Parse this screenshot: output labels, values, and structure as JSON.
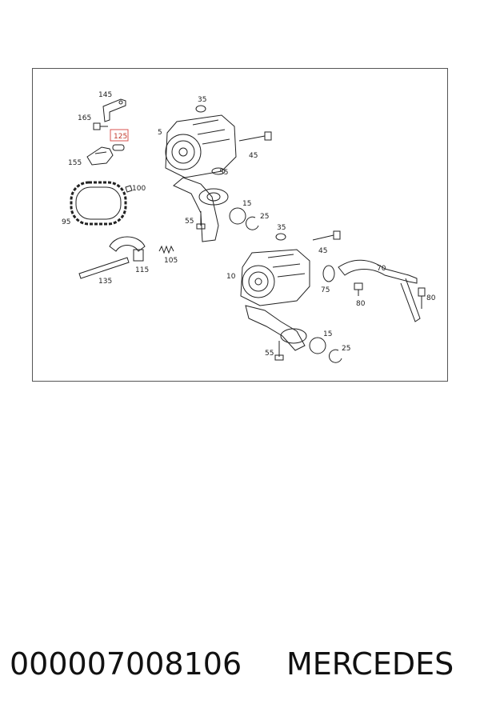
{
  "diagram": {
    "callouts": [
      {
        "id": "c145a",
        "text": "145"
      },
      {
        "id": "c165",
        "text": "165"
      },
      {
        "id": "c5",
        "text": "5"
      },
      {
        "id": "c35a",
        "text": "35"
      },
      {
        "id": "c125",
        "text": "125",
        "highlighted": true
      },
      {
        "id": "c155",
        "text": "155"
      },
      {
        "id": "c45a",
        "text": "45"
      },
      {
        "id": "c100",
        "text": "100"
      },
      {
        "id": "c55a",
        "text": "55"
      },
      {
        "id": "c95",
        "text": "95"
      },
      {
        "id": "c55b",
        "text": "55"
      },
      {
        "id": "c15a",
        "text": "15"
      },
      {
        "id": "c25a",
        "text": "25"
      },
      {
        "id": "c35b",
        "text": "35"
      },
      {
        "id": "c45b",
        "text": "45"
      },
      {
        "id": "c105",
        "text": "105"
      },
      {
        "id": "c115",
        "text": "115"
      },
      {
        "id": "c135",
        "text": "135"
      },
      {
        "id": "c70",
        "text": "70"
      },
      {
        "id": "c10",
        "text": "10"
      },
      {
        "id": "c75",
        "text": "75"
      },
      {
        "id": "c80a",
        "text": "80"
      },
      {
        "id": "c80b",
        "text": "80"
      },
      {
        "id": "c15b",
        "text": "15"
      },
      {
        "id": "c25b",
        "text": "25"
      },
      {
        "id": "c55c",
        "text": "55"
      }
    ],
    "highlight_color": "#d9534f"
  },
  "caption": {
    "part_number": "000007008106",
    "brand": "MERCEDES"
  }
}
